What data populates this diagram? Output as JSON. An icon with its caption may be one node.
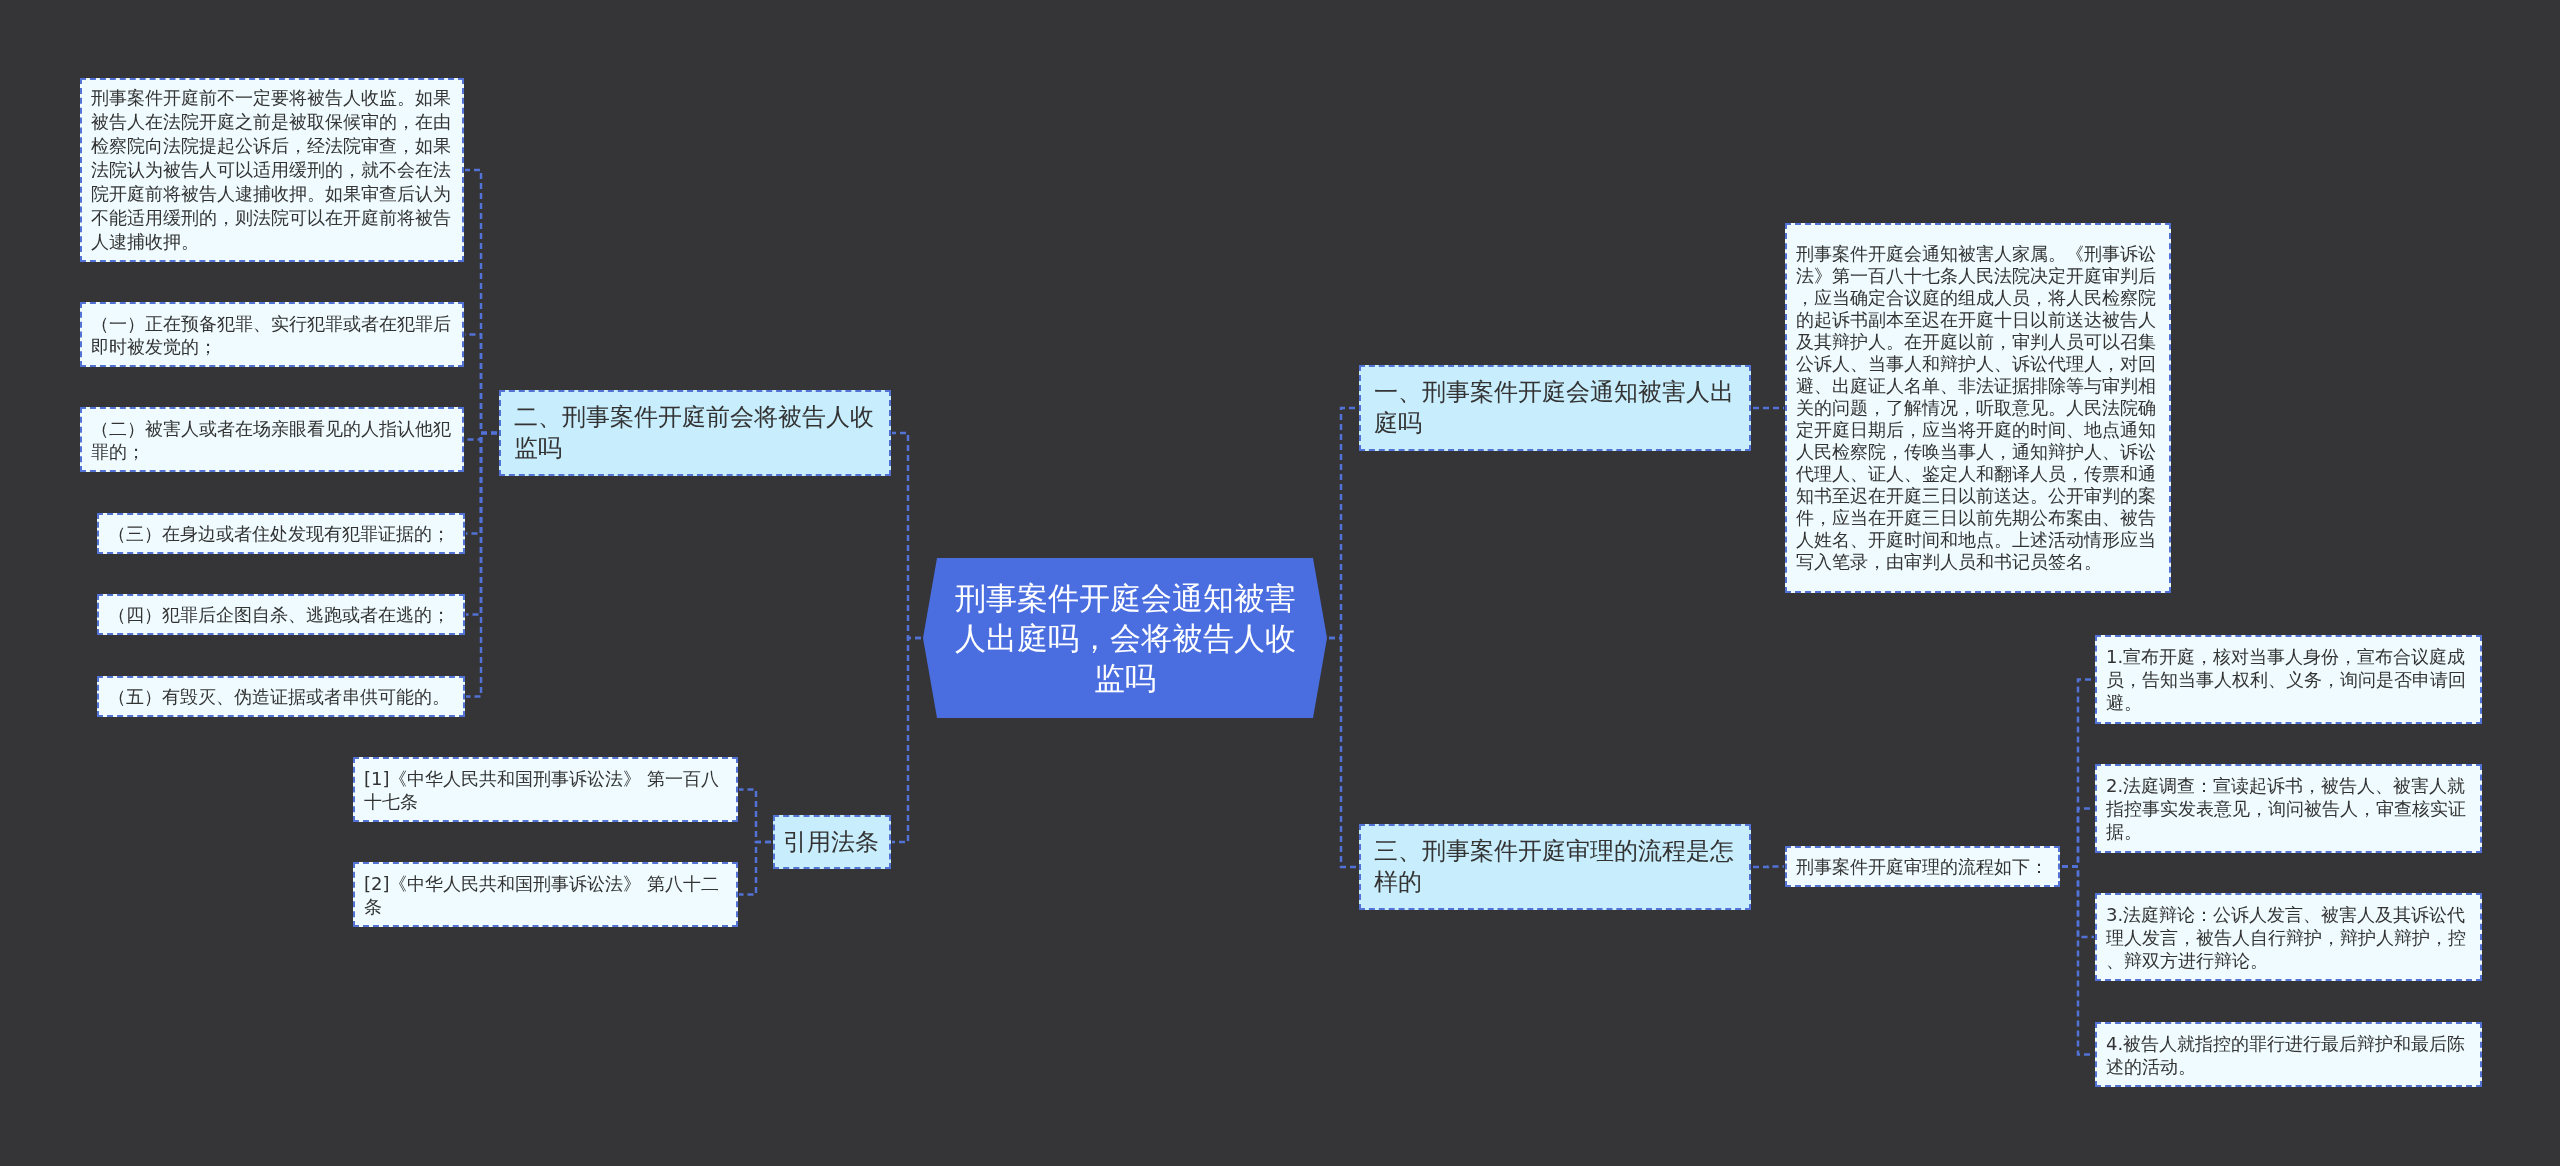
{
  "diagram": {
    "nodes": [
      {
        "text": [
          "刑事案件开庭会通知被害人出庭吗，会将被告人收监吗"
        ]
      },
      {
        "text": [
          "二、刑事案件开庭前会将被告人收监吗"
        ]
      },
      {
        "text": [
          "刑事案件开庭前不一定要将被告人收监。如果被告人在法院开庭之前是被取保候审的，在由检察院向法院提起公诉后，经法院审查，如果法院认为被告人可以适用缓刑的，就不会在法院开庭前将被告人逮捕收押。如果审查后认为不能适用缓刑的，则法院可以在开庭前将被告人逮捕收押。"
        ]
      },
      {
        "text": [
          "（一）正在预备犯罪、实行犯罪或者在犯罪后即时被发觉的；"
        ]
      },
      {
        "text": [
          "（二）被害人或者在场亲眼看见的人指认他犯罪的；"
        ]
      },
      {
        "text": [
          "（三）在身边或者住处发现有犯罪证据的；"
        ]
      },
      {
        "text": [
          "（四）犯罪后企图自杀、逃跑或者在逃的；"
        ]
      },
      {
        "text": [
          "（五）有毁灭、伪造证据或者串供可能的。"
        ]
      },
      {
        "text": [
          "引用法条"
        ]
      },
      {
        "text": [
          "[1]《中华人民共和国刑事诉讼法》 第一百八十七条"
        ]
      },
      {
        "text": [
          "[2]《中华人民共和国刑事诉讼法》 第八十二条"
        ]
      },
      {
        "text": [
          "一、刑事案件开庭会通知被害人出庭吗"
        ]
      },
      {
        "text": [
          "刑事案件开庭会通知被害人家属。《刑事诉讼法》第一百八十七条人民法院决定开庭审判后，应当确定合议庭的组成人员，将人民检察院的起诉书副本至迟在开庭十日以前送达被告人及其辩护人。在开庭以前，审判人员可以召集公诉人、当事人和辩护人、诉讼代理人，对回避、出庭证人名单、非法证据排除等与审判相关的问题，了解情况，听取意见。人民法院确定开庭日期后，应当将开庭的时间、地点通知人民检察院，传唤当事人，通知辩护人、诉讼代理人、证人、鉴定人和翻译人员，传票和通知书至迟在开庭三日以前送达。公开审判的案件，应当在开庭三日以前先期公布案由、被告人姓名、开庭时间和地点。上述活动情形应当写入笔录，由审判人员和书记员签名。"
        ]
      },
      {
        "text": [
          "三、刑事案件开庭审理的流程是怎样的"
        ]
      },
      {
        "text": [
          "刑事案件开庭审理的流程如下："
        ]
      },
      {
        "text": [
          "1.宣布开庭，核对当事人身份，宣布合议庭成员，告知当事人权利、义务，询问是否申请回避。"
        ]
      },
      {
        "text": [
          "2.法庭调查：宣读起诉书，被告人、被害人就指控事实发表意见，询问被告人，审查核实证据。"
        ]
      },
      {
        "text": [
          "3.法庭辩论：公诉人发言、被害人及其诉讼代理人发言，被告人自行辩护，辩护人辩护，控、辩双方进行辩论。"
        ]
      },
      {
        "text": [
          "4.被告人就指控的罪行进行最后辩护和最后陈述的活动。"
        ]
      }
    ],
    "edges": [
      {
        "from": 0,
        "to": 1,
        "arrow": "none"
      },
      {
        "from": 1,
        "to": 2,
        "arrow": "none"
      },
      {
        "from": 1,
        "to": 3,
        "arrow": "none"
      },
      {
        "from": 1,
        "to": 4,
        "arrow": "none"
      },
      {
        "from": 1,
        "to": 5,
        "arrow": "none"
      },
      {
        "from": 1,
        "to": 6,
        "arrow": "none"
      },
      {
        "from": 1,
        "to": 7,
        "arrow": "none"
      },
      {
        "from": 0,
        "to": 8,
        "arrow": "none"
      },
      {
        "from": 8,
        "to": 9,
        "arrow": "none"
      },
      {
        "from": 8,
        "to": 10,
        "arrow": "none"
      },
      {
        "from": 0,
        "to": 11,
        "arrow": "none"
      },
      {
        "from": 11,
        "to": 12,
        "arrow": "none"
      },
      {
        "from": 0,
        "to": 13,
        "arrow": "none"
      },
      {
        "from": 13,
        "to": 14,
        "arrow": "none"
      },
      {
        "from": 14,
        "to": 15,
        "arrow": "none"
      },
      {
        "from": 14,
        "to": 16,
        "arrow": "none"
      },
      {
        "from": 14,
        "to": 17,
        "arrow": "none"
      },
      {
        "from": 14,
        "to": 18,
        "arrow": "none"
      }
    ]
  }
}
